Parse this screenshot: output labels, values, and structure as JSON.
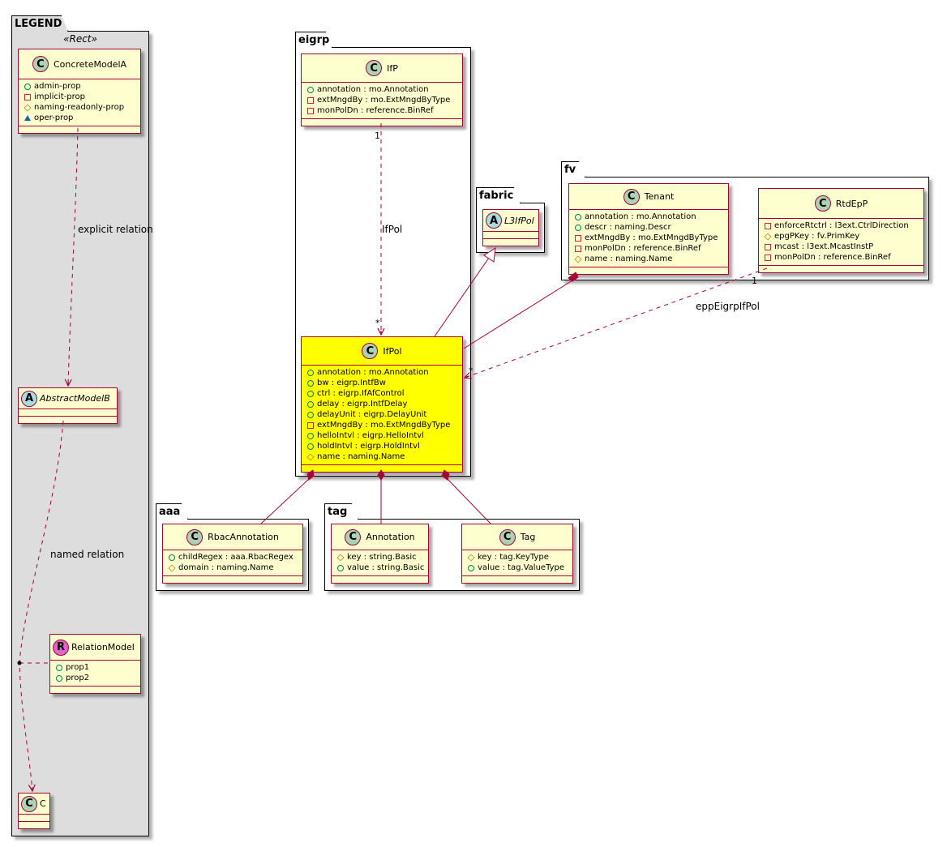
{
  "packages": [
    {
      "name": "LEGEND",
      "stereotype": "«Rect»",
      "classes": [
        {
          "name": "ConcreteModelA",
          "kind": "C",
          "attributes": [
            {
              "vis": "+",
              "text": "admin-prop"
            },
            {
              "vis": "-",
              "text": "implicit-prop"
            },
            {
              "vis": "#",
              "text": "naming-readonly-prop"
            },
            {
              "vis": "~",
              "text": "oper-prop"
            }
          ]
        },
        {
          "name": "AbstractModelB",
          "kind": "A",
          "attributes": []
        },
        {
          "name": "RelationModel",
          "kind": "R",
          "attributes": [
            {
              "vis": "+",
              "text": "prop1"
            },
            {
              "vis": "+",
              "text": "prop2"
            }
          ]
        },
        {
          "name": "C",
          "kind": "C",
          "attributes": []
        }
      ]
    },
    {
      "name": "eigrp",
      "classes": [
        {
          "name": "IfP",
          "kind": "C",
          "attributes": [
            {
              "vis": "+",
              "text": "annotation : mo.Annotation"
            },
            {
              "vis": "-",
              "text": "extMngdBy : mo.ExtMngdByType"
            },
            {
              "vis": "-",
              "text": "monPolDn : reference.BinRef"
            }
          ]
        },
        {
          "name": "IfPol",
          "kind": "C",
          "highlight": true,
          "attributes": [
            {
              "vis": "+",
              "text": "annotation : mo.Annotation"
            },
            {
              "vis": "+",
              "text": "bw : eigrp.IntfBw"
            },
            {
              "vis": "+",
              "text": "ctrl : eigrp.IfAfControl"
            },
            {
              "vis": "+",
              "text": "delay : eigrp.IntfDelay"
            },
            {
              "vis": "+",
              "text": "delayUnit : eigrp.DelayUnit"
            },
            {
              "vis": "-",
              "text": "extMngdBy : mo.ExtMngdByType"
            },
            {
              "vis": "+",
              "text": "helloIntvl : eigrp.HelloIntvl"
            },
            {
              "vis": "+",
              "text": "holdIntvl : eigrp.HoldIntvl"
            },
            {
              "vis": "#",
              "text": "name : naming.Name"
            }
          ]
        }
      ]
    },
    {
      "name": "fabric",
      "classes": [
        {
          "name": "L3IfPol",
          "kind": "A",
          "attributes": []
        }
      ]
    },
    {
      "name": "fv",
      "classes": [
        {
          "name": "Tenant",
          "kind": "C",
          "attributes": [
            {
              "vis": "+",
              "text": "annotation : mo.Annotation"
            },
            {
              "vis": "+",
              "text": "descr : naming.Descr"
            },
            {
              "vis": "-",
              "text": "extMngdBy : mo.ExtMngdByType"
            },
            {
              "vis": "-",
              "text": "monPolDn : reference.BinRef"
            },
            {
              "vis": "#",
              "text": "name : naming.Name"
            }
          ]
        },
        {
          "name": "RtdEpP",
          "kind": "C",
          "attributes": [
            {
              "vis": "-",
              "text": "enforceRtctrl : l3ext.CtrlDirection"
            },
            {
              "vis": "#",
              "text": "epgPKey : fv.PrimKey"
            },
            {
              "vis": "-",
              "text": "mcast : l3ext.McastInstP"
            },
            {
              "vis": "-",
              "text": "monPolDn : reference.BinRef"
            }
          ]
        }
      ]
    },
    {
      "name": "aaa",
      "classes": [
        {
          "name": "RbacAnnotation",
          "kind": "C",
          "attributes": [
            {
              "vis": "+",
              "text": "childRegex : aaa.RbacRegex"
            },
            {
              "vis": "#",
              "text": "domain : naming.Name"
            }
          ]
        }
      ]
    },
    {
      "name": "tag",
      "classes": [
        {
          "name": "Annotation",
          "kind": "C",
          "attributes": [
            {
              "vis": "#",
              "text": "key : string.Basic"
            },
            {
              "vis": "+",
              "text": "value : string.Basic"
            }
          ]
        },
        {
          "name": "Tag",
          "kind": "C",
          "attributes": [
            {
              "vis": "#",
              "text": "key : tag.KeyType"
            },
            {
              "vis": "+",
              "text": "value : tag.ValueType"
            }
          ]
        }
      ]
    }
  ],
  "edges": {
    "explicit": {
      "label": "explicit relation"
    },
    "named": {
      "label": "named relation"
    },
    "ifpol": {
      "label": "IfPol",
      "from_mult": "1",
      "to_mult": "*"
    },
    "epp": {
      "label": "eppEigrpIfPol",
      "from_mult": "1",
      "to_mult": "*"
    }
  },
  "colors": {
    "class_fill": "#FEFECE",
    "highlight_fill": "#FFFF00",
    "border": "#A80036",
    "legend_fill": "#DDDDDD"
  }
}
